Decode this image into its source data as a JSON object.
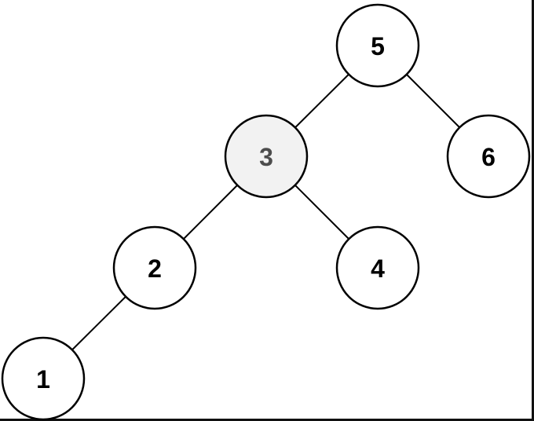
{
  "tree": {
    "nodes": [
      {
        "id": "n5",
        "label": "5",
        "highlighted": false
      },
      {
        "id": "n3",
        "label": "3",
        "highlighted": true
      },
      {
        "id": "n6",
        "label": "6",
        "highlighted": false
      },
      {
        "id": "n2",
        "label": "2",
        "highlighted": false
      },
      {
        "id": "n4",
        "label": "4",
        "highlighted": false
      },
      {
        "id": "n1",
        "label": "1",
        "highlighted": false
      }
    ],
    "edges": [
      {
        "from": "n5",
        "to": "n3"
      },
      {
        "from": "n5",
        "to": "n6"
      },
      {
        "from": "n3",
        "to": "n2"
      },
      {
        "from": "n3",
        "to": "n4"
      },
      {
        "from": "n2",
        "to": "n1"
      }
    ]
  },
  "colors": {
    "node_fill": "#ffffff",
    "highlight_fill": "#f2f2f2",
    "label_color": "#000000",
    "highlight_label_color": "#4d4d4d",
    "stroke": "#000000"
  }
}
